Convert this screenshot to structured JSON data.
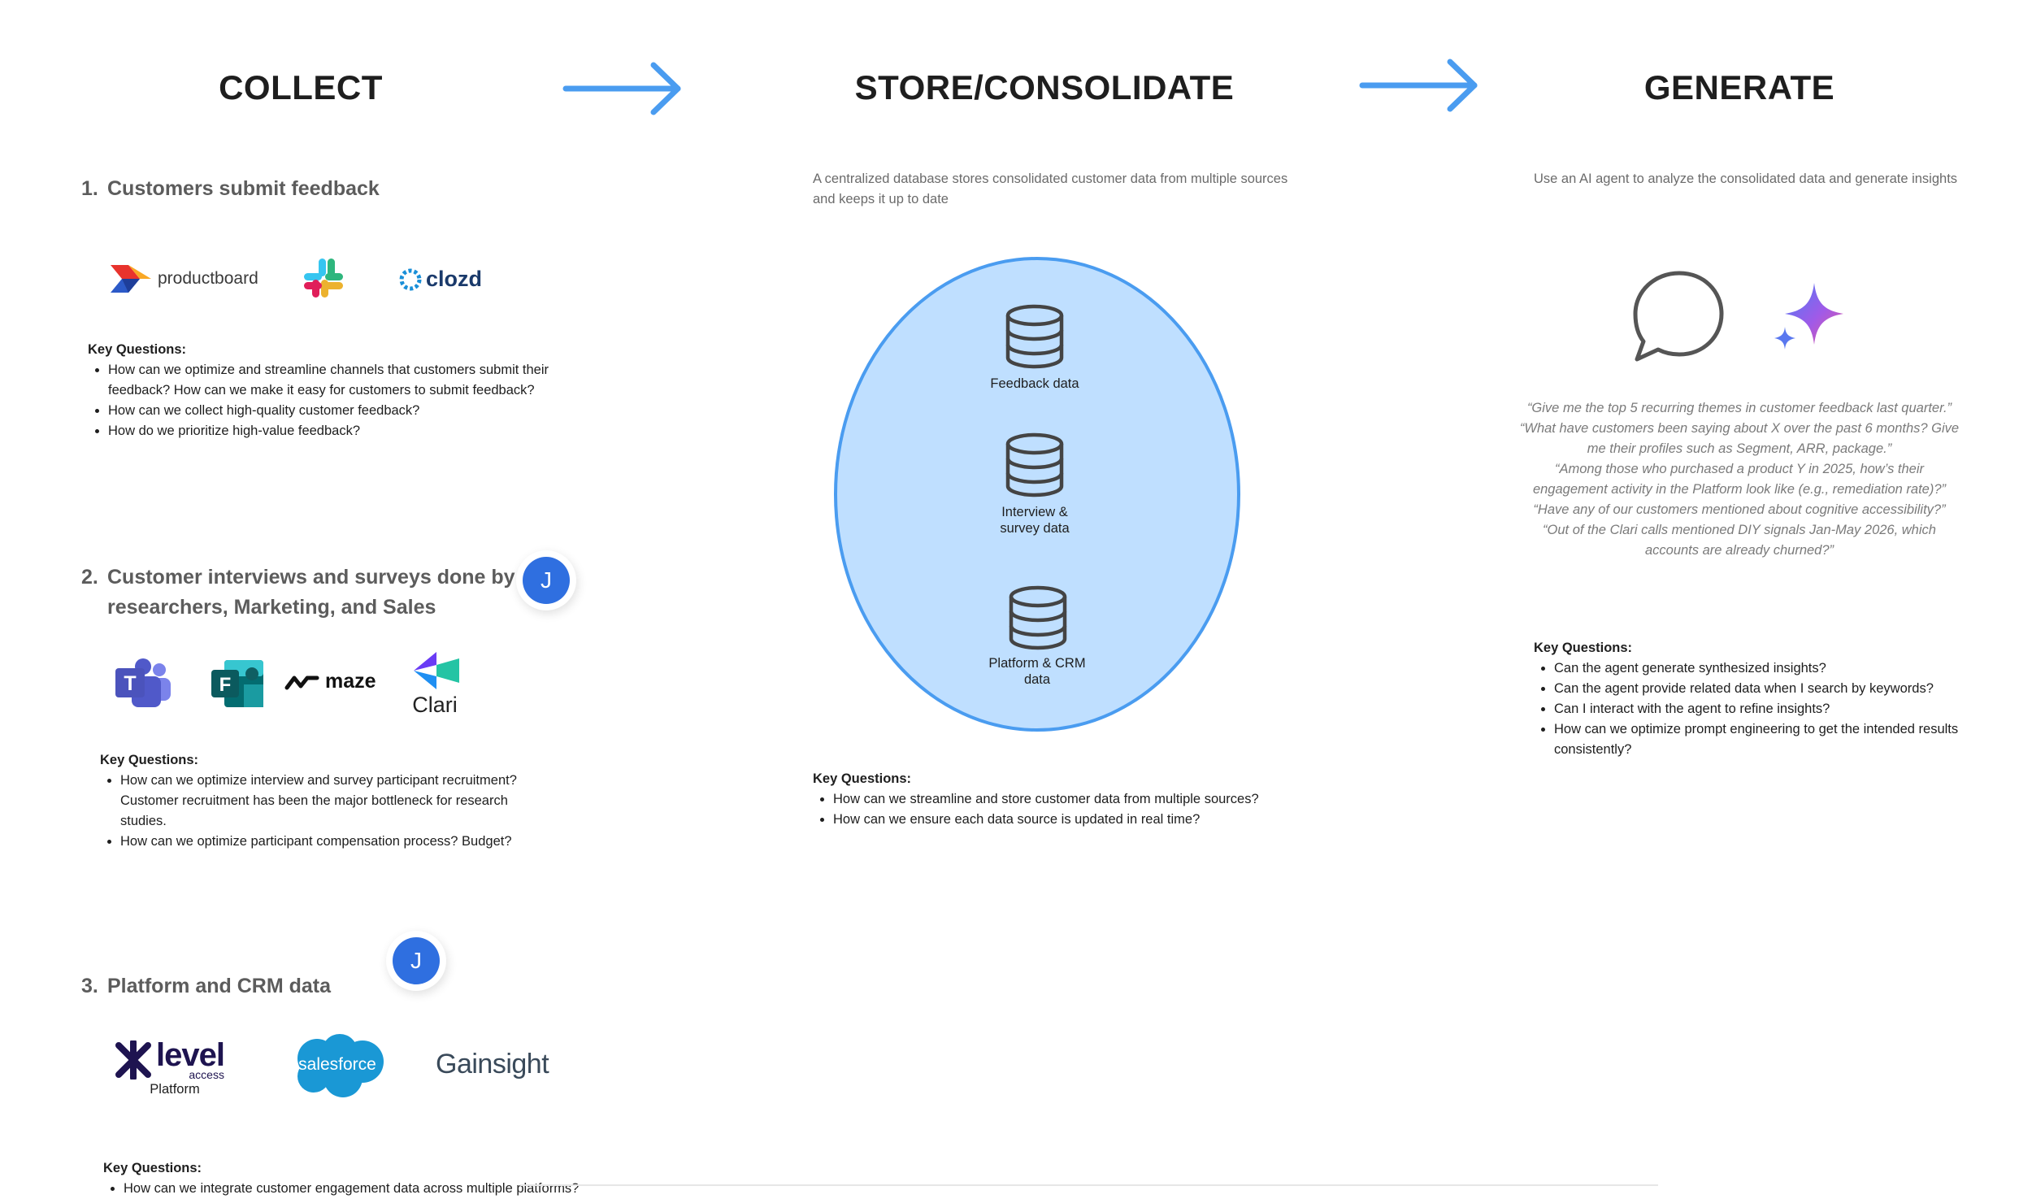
{
  "columns": {
    "collect": {
      "title": "COLLECT"
    },
    "store": {
      "title": "STORE/CONSOLIDATE",
      "description": "A centralized database stores consolidated customer data from multiple sources and keeps it up to date",
      "databases": [
        "Feedback data",
        "Interview &\nsurvey data",
        "Platform & CRM\ndata"
      ],
      "key_questions": {
        "title": "Key Questions:",
        "items": [
          "How can we streamline and store customer data from multiple sources?",
          "How can we ensure each data source is updated in real time?"
        ]
      }
    },
    "generate": {
      "title": "GENERATE",
      "description": "Use an AI agent to analyze the consolidated data and generate insights",
      "prompts": [
        "“Give me the top 5 recurring themes in customer feedback last quarter.”",
        "“What have customers been saying about X over the past 6 months? Give me their profiles such as Segment, ARR, package.”",
        "“Among those who purchased a product Y in 2025, how’s their engagement activity in the Platform look like (e.g., remediation rate)?”",
        "“Have any of our customers mentioned about cognitive accessibility?”",
        "“Out of the Clari calls mentioned DIY signals Jan-May 2026, which accounts are already churned?”"
      ],
      "key_questions": {
        "title": "Key Questions:",
        "items": [
          "Can the agent generate synthesized insights?",
          "Can the agent provide related data when I search by keywords?",
          "Can I interact with the agent to refine insights?",
          "How can we optimize prompt engineering to get the intended results consistently?"
        ]
      }
    }
  },
  "sections": [
    {
      "number": "1.",
      "title": "Customers submit feedback",
      "logos": [
        "productboard",
        "clozd"
      ],
      "key_questions": {
        "title": "Key Questions:",
        "items": [
          "How can we optimize and streamline channels that customers submit their feedback? How can we make it easy for customers to submit feedback?",
          "How can we collect high-quality customer feedback?",
          "How do we prioritize high-value feedback?"
        ]
      }
    },
    {
      "number": "2.",
      "title": "Customer interviews and surveys done by researchers, Marketing, and Sales",
      "logos": [
        "maze",
        "Clari"
      ],
      "key_questions": {
        "title": "Key Questions:",
        "items": [
          "How can we optimize interview and survey participant recruitment? Customer recruitment has been the major bottleneck for research studies.",
          "How can we optimize participant compensation process? Budget?"
        ]
      }
    },
    {
      "number": "3.",
      "title": "Platform and CRM data",
      "logos": [
        "level",
        "access",
        "Platform",
        "salesforce",
        "Gainsight"
      ],
      "key_questions": {
        "title": "Key Questions:",
        "items": [
          "How can we integrate customer engagement data across multiple platforms?"
        ]
      }
    }
  ],
  "avatars": [
    "J",
    "J"
  ],
  "colors": {
    "accent_blue": "#4a9cf0",
    "ellipse_fill": "#bfdfff",
    "ellipse_stroke": "#4a9cf0",
    "avatar": "#2f6fe0"
  }
}
